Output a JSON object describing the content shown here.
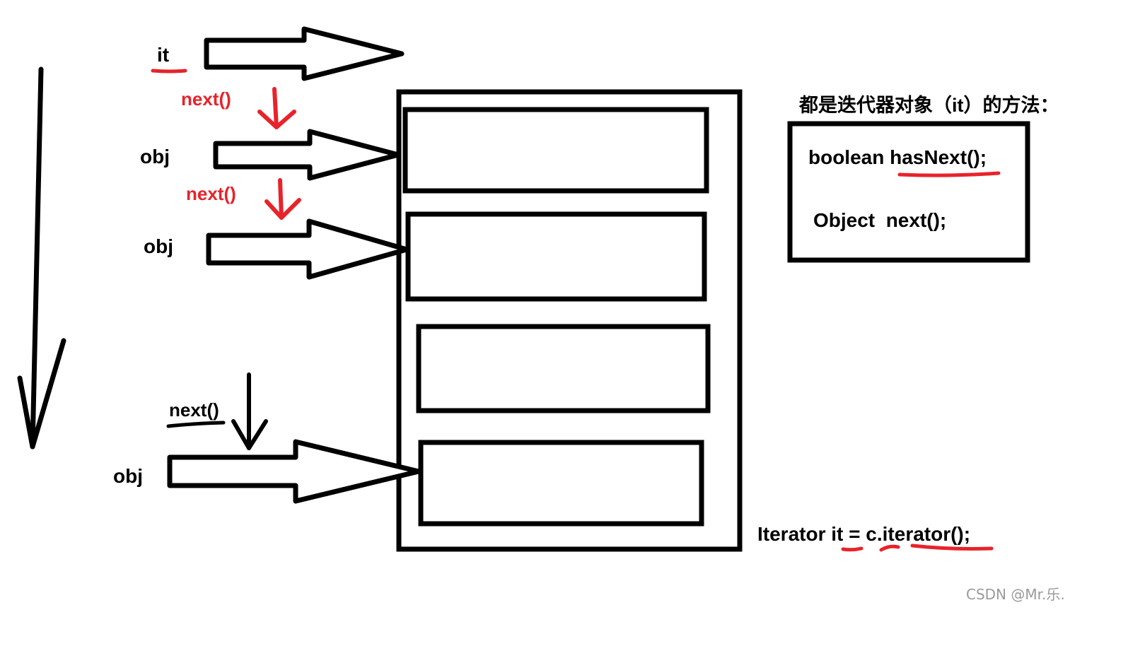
{
  "labels": {
    "iterator_name": "it",
    "element_label": "obj",
    "next_call": "next()"
  },
  "method_box": {
    "heading": "都是迭代器对象（it）的方法：",
    "has_next_type": "boolean",
    "has_next_call": "hasNext();",
    "next_type": "Object",
    "next_call": "next();"
  },
  "code_line": {
    "prefix": "Iterator",
    "var": "it",
    "equals": "=",
    "receiver": "c.",
    "call": "iterator();"
  },
  "watermark": "CSDN @Mr.乐.",
  "colors": {
    "ink": "#000000",
    "annotation": "#e8232a",
    "watermark": "#9a9a9a",
    "background": "#ffffff"
  }
}
